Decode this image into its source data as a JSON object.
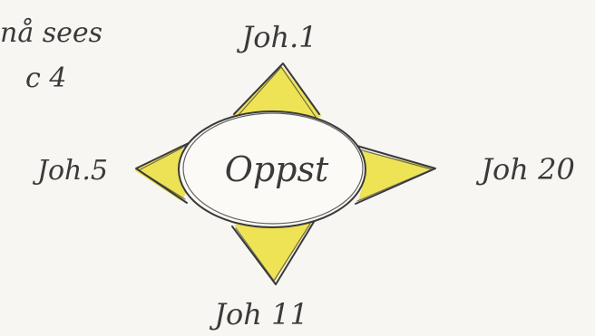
{
  "diagram": {
    "center": {
      "label": "Oppst"
    },
    "top": {
      "label": "Joh.1"
    },
    "left": {
      "label": "Joh.5"
    },
    "right": {
      "label": "Joh 20"
    },
    "bottom": {
      "label": "Joh 11"
    }
  },
  "note": {
    "line1": "nå sees",
    "line2": "c 4"
  },
  "colors": {
    "highlight": "#ecdf3a",
    "ink": "#3a3a3a",
    "paper": "#f7f6f2"
  }
}
